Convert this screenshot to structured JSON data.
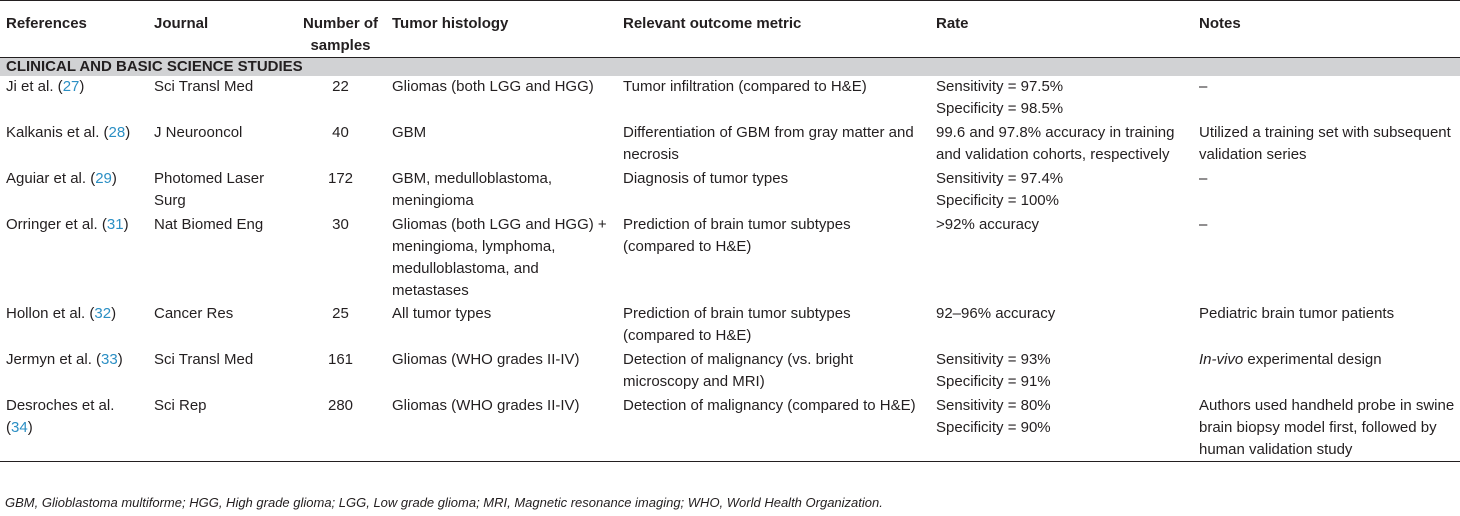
{
  "headers": [
    "References",
    "Journal",
    "Number of samples",
    "Tumor histology",
    "Relevant outcome metric",
    "Rate",
    "Notes"
  ],
  "section_label": "CLINICAL AND BASIC SCIENCE STUDIES",
  "rows": [
    {
      "ref_author": "Ji et al. (",
      "ref_num": "27",
      "ref_close": ")",
      "journal": "Sci Transl Med",
      "samples": "22",
      "histology": "Gliomas (both LGG and HGG)",
      "metric": "Tumor infiltration (compared to H&E)",
      "rate": [
        "Sensitivity = 97.5%",
        "Specificity = 98.5%"
      ],
      "notes": "–"
    },
    {
      "ref_author": "Kalkanis et al. (",
      "ref_num": "28",
      "ref_close": ")",
      "journal": "J Neurooncol",
      "samples": "40",
      "histology": "GBM",
      "metric": "Differentiation of GBM from gray matter and necrosis",
      "rate": [
        "99.6 and 97.8% accuracy in training and validation cohorts, respectively"
      ],
      "notes": "Utilized a training set with subsequent validation series"
    },
    {
      "ref_author": "Aguiar et al. (",
      "ref_num": "29",
      "ref_close": ")",
      "journal": "Photomed Laser Surg",
      "samples": "172",
      "histology": "GBM, medulloblastoma, meningioma",
      "metric": "Diagnosis of tumor types",
      "rate": [
        "Sensitivity = 97.4%",
        "Specificity = 100%"
      ],
      "notes": "–"
    },
    {
      "ref_author": "Orringer et al. (",
      "ref_num": "31",
      "ref_close": ")",
      "journal": "Nat Biomed Eng",
      "samples": "30",
      "histology": "Gliomas (both LGG and HGG) + meningioma, lymphoma, medulloblastoma, and metastases",
      "metric": "Prediction of brain tumor subtypes (compared to H&E)",
      "rate": [
        ">92% accuracy"
      ],
      "notes": "–"
    },
    {
      "ref_author": "Hollon et al. (",
      "ref_num": "32",
      "ref_close": ")",
      "journal": "Cancer Res",
      "samples": "25",
      "histology": "All tumor types",
      "metric": "Prediction of brain tumor subtypes (compared to H&E)",
      "rate": [
        "92–96% accuracy"
      ],
      "notes": "Pediatric brain tumor patients"
    },
    {
      "ref_author": "Jermyn et al. (",
      "ref_num": "33",
      "ref_close": ")",
      "journal": "Sci Transl Med",
      "samples": "161",
      "histology": "Gliomas (WHO grades II-IV)",
      "metric": "Detection of malignancy (vs. bright microscopy and MRI)",
      "rate": [
        "Sensitivity = 93%",
        "Specificity = 91%"
      ],
      "notes_italic": "In-vivo",
      "notes": " experimental design"
    },
    {
      "ref_author": "Desroches et al. (",
      "ref_num": "34",
      "ref_close": ")",
      "journal": "Sci Rep",
      "samples": "280",
      "histology": "Gliomas (WHO grades II-IV)",
      "metric": "Detection of malignancy (compared to H&E)",
      "rate": [
        "Sensitivity = 80%",
        "Specificity = 90%"
      ],
      "notes": "Authors used handheld probe in swine brain biopsy model first, followed by human validation study"
    }
  ],
  "footnote": "GBM, Glioblastoma multiforme; HGG, High grade glioma; LGG, Low grade glioma; MRI, Magnetic resonance imaging; WHO, World Health Organization."
}
